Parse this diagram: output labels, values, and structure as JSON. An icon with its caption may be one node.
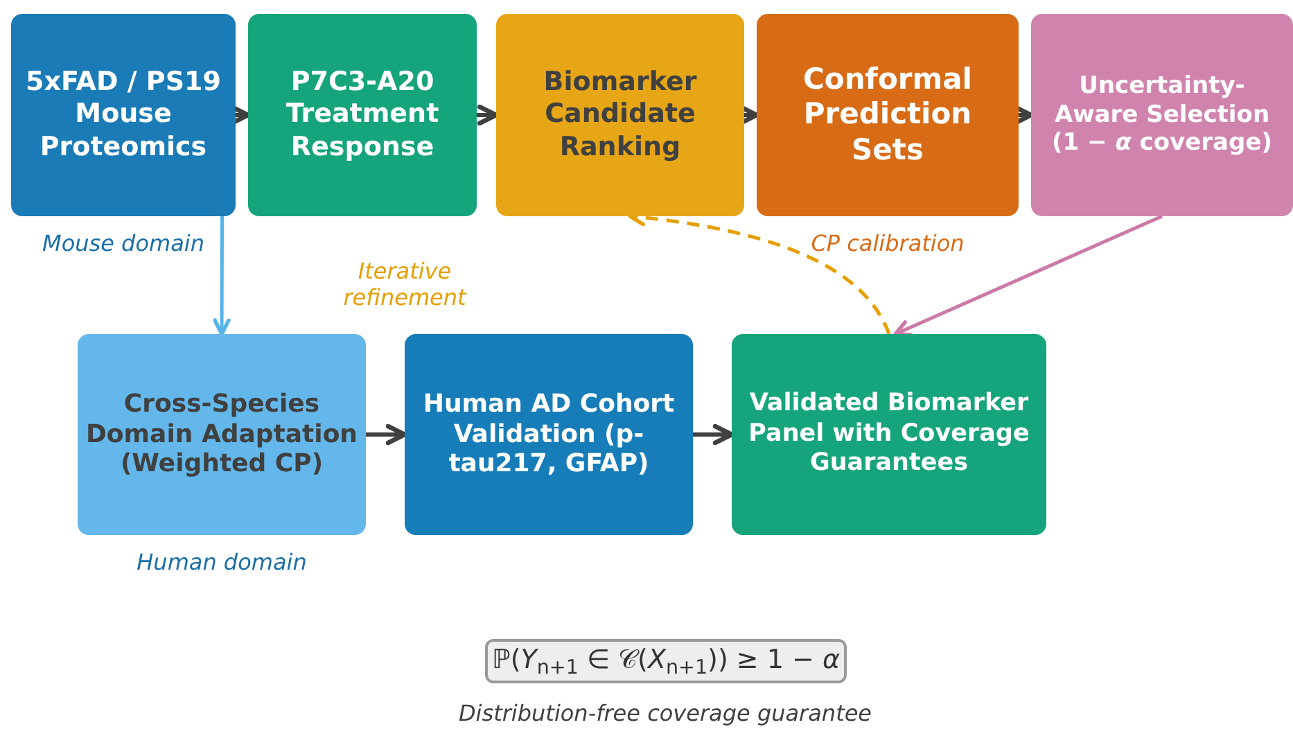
{
  "diagram": {
    "caption": "Distribution-free coverage guarantee",
    "nodes": [
      {
        "text": [
          "5xFAD / PS19 Mouse Proteomics"
        ],
        "beside": [
          "Mouse domain"
        ]
      },
      {
        "text": [
          "P7C3-A20 Treatment Response"
        ]
      },
      {
        "text": [
          "Biomarker Candidate Ranking"
        ]
      },
      {
        "text": [
          "Conformal Prediction Sets"
        ],
        "beside": [
          "CP calibration"
        ]
      },
      {
        "text": [
          "Uncertainty-Aware Selection (1 − *α* coverage)"
        ]
      },
      {
        "text": [
          "Cross-Species Domain Adaptation (Weighted CP)"
        ],
        "beside": [
          "Human domain"
        ]
      },
      {
        "text": [
          "Human AD Cohort Validation (p-tau217, GFAP)"
        ]
      },
      {
        "text": [
          "Validated Biomarker Panel with Coverage Guarantees"
        ]
      },
      {
        "text": [
          "ℙ(*Y*$_{n+1}$ ∈ 𝒞(*X*$_{n+1}$)) ≥ 1 − *α*"
        ]
      }
    ],
    "edges": [
      {
        "from": 0,
        "to": 1,
        "arrow": "to"
      },
      {
        "from": 1,
        "to": 2,
        "arrow": "to"
      },
      {
        "from": 2,
        "to": 3,
        "arrow": "to"
      },
      {
        "from": 3,
        "to": 4,
        "arrow": "to"
      },
      {
        "from": 0,
        "to": 5,
        "arrow": "to",
        "color": "#56b4e9"
      },
      {
        "from": 4,
        "to": 7,
        "arrow": "to",
        "color": "#cc79a7"
      },
      {
        "from": 5,
        "to": 6,
        "arrow": "to"
      },
      {
        "from": 6,
        "to": 7,
        "arrow": "to"
      },
      {
        "from": 7,
        "to": 2,
        "arrow": "to",
        "style": "dashed",
        "color": "#e69f00"
      }
    ],
    "labels": [
      "Iterative refinement"
    ]
  }
}
